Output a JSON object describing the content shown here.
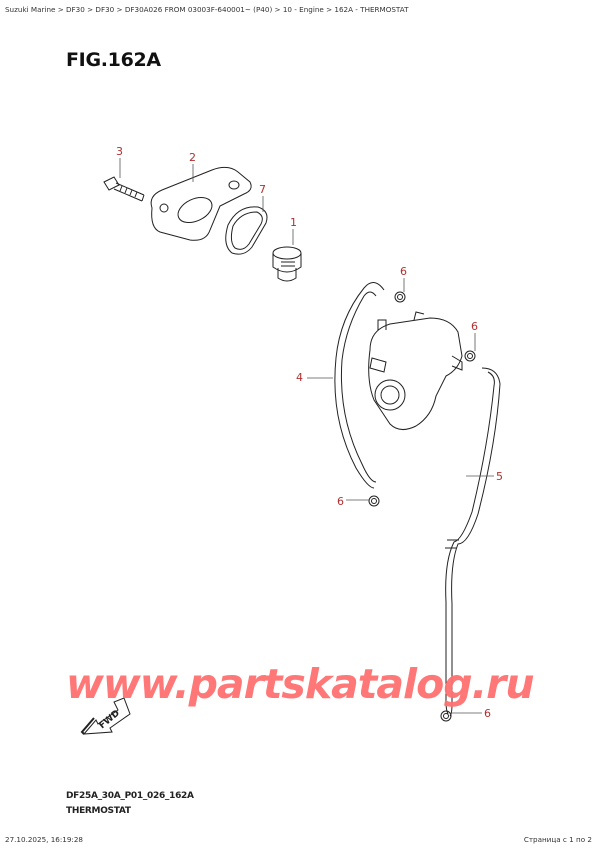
{
  "breadcrumb": "Suzuki Marine > DF30 > DF30 > DF30A026 FROM 03003F-640001~ (P40) > 10 - Engine > 162A - THERMOSTAT",
  "figure_title": "FIG.162A",
  "callouts": [
    "3",
    "2",
    "7",
    "1",
    "6",
    "6",
    "4",
    "5",
    "6",
    "6"
  ],
  "fwd_label": "FWD",
  "watermark": "www.partskatalog.ru",
  "drawing_code": "DF25A_30A_P01_026_162A",
  "drawing_title": "THERMOSTAT",
  "footer": {
    "datetime": "27.10.2025, 16:19:28",
    "page": "Страница с 1 по 2"
  },
  "colors": {
    "callout": "#b03030",
    "watermark": "#ff7070"
  }
}
